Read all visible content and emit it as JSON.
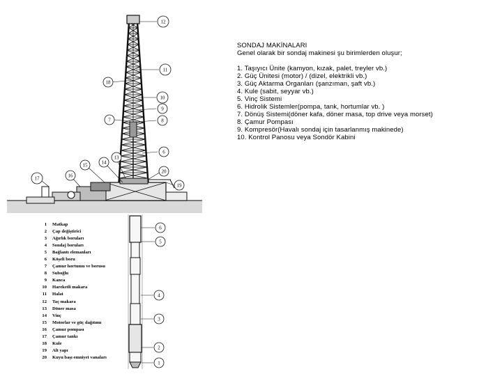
{
  "text_block": {
    "title": "SONDAJ MAKİNALARI",
    "subtitle": "Genel olarak bir sondaj makinesi şu birimlerden oluşur;",
    "items": [
      "1. Taşıyıcı Ünite (kamyon, kızak, palet, treyler vb.)",
      "2. Güç Ünitesi (motor) / (dizel, elektrikli vb.)",
      "3. Güç Aktarma Organları (şanzıman, şaft vb.)",
      "4. Kule (sabit, seyyar vb.)",
      "5. Vinç Sistemi",
      "6. Hidrolik Sistemler(pompa, tank, hortumlar vb. )",
      "7. Dönüş Sistemi(döner kafa, döner masa, top drive veya morset)",
      "8. Çamur Pompası",
      "9. Kompresör(Havalı sondaj için tasarlanmış makinede)",
      "10. Kontrol Panosu veya Sondör Kabini"
    ]
  },
  "legend": [
    {
      "num": "1",
      "label": "Matkap"
    },
    {
      "num": "2",
      "label": "Çap değiştirici"
    },
    {
      "num": "3",
      "label": "Ağırlık boruları"
    },
    {
      "num": "4",
      "label": "Sondaj boruları"
    },
    {
      "num": "5",
      "label": "Bağlantı elemanları"
    },
    {
      "num": "6",
      "label": "Köşeli boru"
    },
    {
      "num": "7",
      "label": "Çamur hortumu ve borusu"
    },
    {
      "num": "8",
      "label": "Suboğlu"
    },
    {
      "num": "9",
      "label": "Kanca"
    },
    {
      "num": "10",
      "label": "Hareketli makara"
    },
    {
      "num": "11",
      "label": "Halat"
    },
    {
      "num": "12",
      "label": "Taç makara"
    },
    {
      "num": "13",
      "label": "Döner masa"
    },
    {
      "num": "14",
      "label": "Vinç"
    },
    {
      "num": "15",
      "label": "Motorlar ve güç dağıtımı"
    },
    {
      "num": "16",
      "label": "Çamur pompası"
    },
    {
      "num": "17",
      "label": "Çamur tankı"
    },
    {
      "num": "18",
      "label": "Kule"
    },
    {
      "num": "19",
      "label": "Alt yapı"
    },
    {
      "num": "20",
      "label": "Kuyu başı emniyet vanaları"
    }
  ],
  "callouts": {
    "c1": "1",
    "c2": "2",
    "c3": "3",
    "c4": "4",
    "c5": "5",
    "c6a": "6",
    "c6b": "6",
    "c7": "7",
    "c8": "8",
    "c9": "9",
    "c10": "10",
    "c11": "11",
    "c12": "12",
    "c13": "13",
    "c14": "14",
    "c15": "15",
    "c16": "16",
    "c17": "17",
    "c18": "18",
    "c19": "19",
    "c20": "20"
  }
}
